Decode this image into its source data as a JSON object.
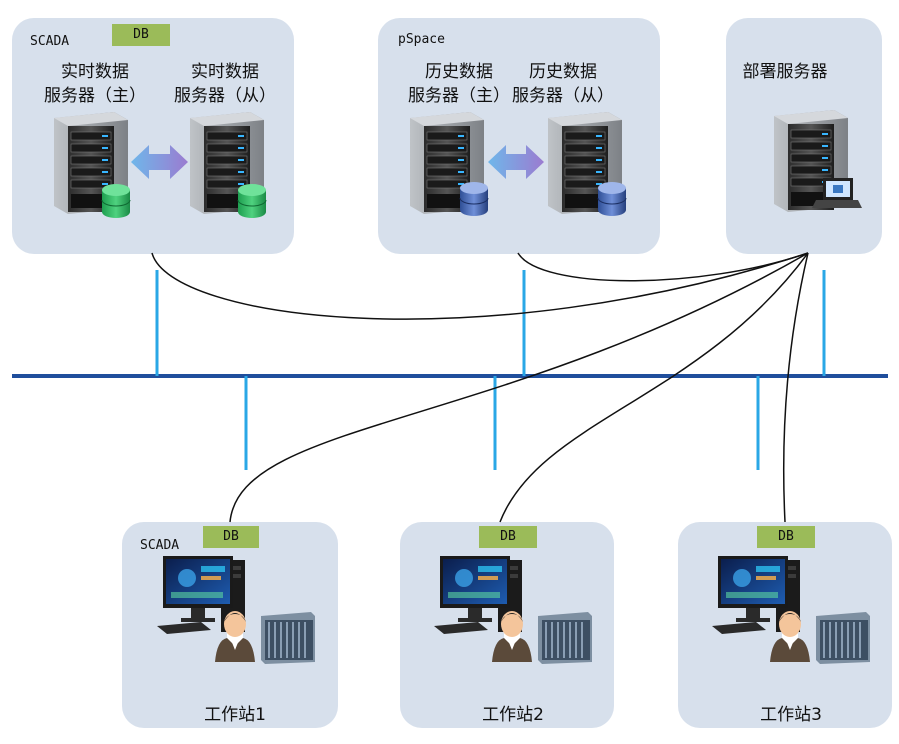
{
  "scada_panel": {
    "title": "SCADA",
    "db": "DB",
    "server_master": {
      "line1": "实时数据",
      "line2": "服务器（主）"
    },
    "server_slave": {
      "line1": "实时数据",
      "line2": "服务器（从）"
    }
  },
  "pspace_panel": {
    "title": "pSpace",
    "server_master": {
      "line1": "历史数据",
      "line2": "服务器（主）"
    },
    "server_slave": {
      "line1": "历史数据",
      "line2": "服务器（从）"
    }
  },
  "deploy_panel": {
    "title": "部署服务器"
  },
  "workstations": [
    {
      "scada": "SCADA",
      "db": "DB",
      "label": "工作站1"
    },
    {
      "db": "DB",
      "label": "工作站2"
    },
    {
      "db": "DB",
      "label": "工作站3"
    }
  ],
  "colors": {
    "panel": "#d7e0ec",
    "bus": "#1f4e9c",
    "drop": "#2aa7e6",
    "db_tag": "#9bbb59",
    "link": "#111111"
  }
}
